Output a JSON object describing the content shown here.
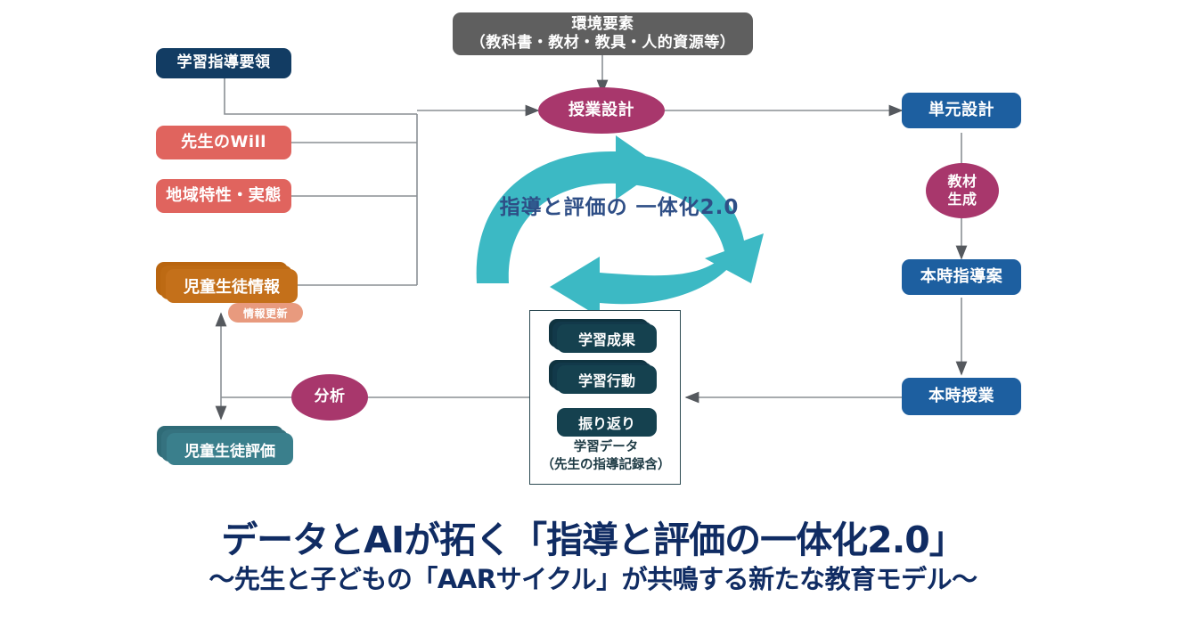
{
  "theme": {
    "navy": "#123c63",
    "blue": "#1d5fa0",
    "gray": "#5f5f5f",
    "red": "#e0645e",
    "orange": "#c4701a",
    "teal": "#3a7f8c",
    "dark_teal": "#15414f",
    "wine": "#a8376c",
    "cycle_teal": "#3cb9c4",
    "title_navy": "#102c63",
    "connector_gray": "#8a8f94"
  },
  "nodes": {
    "environment": {
      "label": "環境要素\n（教科書・教材・教具・人的資源等）"
    },
    "curriculum_guideline": {
      "label": "学習指導要領"
    },
    "teacher_will": {
      "label": "先生のWill"
    },
    "regional_traits": {
      "label": "地域特性・実態"
    },
    "student_info": {
      "label": "児童生徒情報"
    },
    "lesson_design": {
      "label": "授業設計"
    },
    "unit_design": {
      "label": "単元設計"
    },
    "material_generation": {
      "label": "教材\n生成"
    },
    "lesson_plan": {
      "label": "本時指導案"
    },
    "lesson": {
      "label": "本時授業"
    },
    "analysis": {
      "label": "分析"
    },
    "student_evaluation": {
      "label": "児童生徒評価"
    },
    "info_update": {
      "label": "情報更新"
    }
  },
  "cycle": {
    "label": "指導と評価の\n一体化2.0"
  },
  "learning_data": {
    "items": [
      {
        "label": "学習成果"
      },
      {
        "label": "学習行動"
      },
      {
        "label": "振り返り"
      }
    ],
    "caption": "学習データ\n（先生の指導記録含）"
  },
  "titles": {
    "main": "データとAIが拓く「指導と評価の一体化2.0」",
    "sub": "〜先生と子どもの「AARサイクル」が共鳴する新たな教育モデル〜"
  }
}
